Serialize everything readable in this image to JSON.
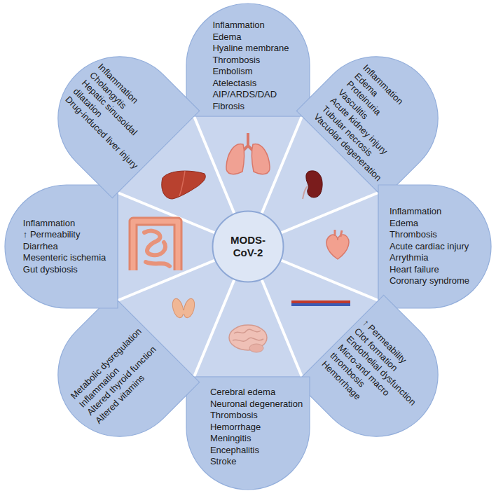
{
  "diagram": {
    "nodes": [
      {
        "text": [
          "MODS-CoV-2"
        ]
      },
      {
        "text": [
          "Inflammation",
          "Edema",
          "Hyaline membrane",
          "Thrombosis",
          "Embolism",
          "Atelectasis",
          "AIP/ARDS/DAD",
          "Fibrosis"
        ]
      },
      {
        "text": [
          "Inflammation",
          "Edema",
          "Proteinuria",
          "Vasculitis",
          "Acute kidney injury",
          "Tubular necrosis",
          "Vacuolar degeneration"
        ]
      },
      {
        "text": [
          "Inflammation",
          "Edema",
          "Thrombosis",
          "Acute cardiac injury",
          "Arrythmia",
          "Heart failure",
          "Coronary syndrome"
        ]
      },
      {
        "text": [
          "↑ Permeability",
          "Clot formation",
          "Endothelial dysfunction",
          "Micro-and macro thrombosis",
          "Hemorrhage"
        ]
      },
      {
        "text": [
          "Cerebral edema",
          "Neuronal degeneration",
          "Thrombosis",
          "Hemorrhage",
          "Meningitis",
          "Encephalitis",
          "Stroke"
        ]
      },
      {
        "text": [
          "Metabolic dysregulation",
          "Inflammation",
          "Altered thyroid function",
          "Altered vitamins"
        ]
      },
      {
        "text": [
          "Inflammation",
          "↑ Permeability",
          "Diarrhea",
          "Mesenteric ischemia",
          "Gut dysbiosis"
        ]
      },
      {
        "text": [
          "Inflammation",
          "Cholangytis",
          "Hepatic sinusoidal dilatation",
          "Drug-induced liver injury"
        ]
      }
    ]
  }
}
